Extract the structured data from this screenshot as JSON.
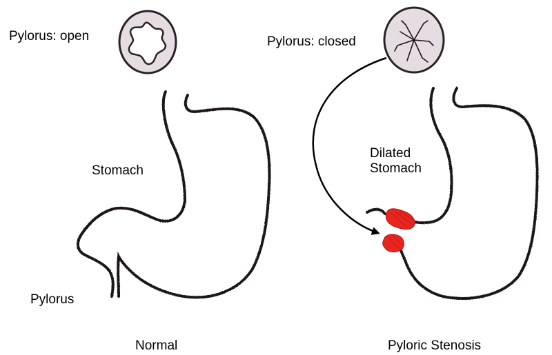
{
  "normal": {
    "pylorus_state_label": "Pylorus: open",
    "stomach_label": "Stomach",
    "pylorus_label": "Pylorus",
    "caption": "Normal"
  },
  "stenosis": {
    "pylorus_state_label": "Pylorus: closed",
    "stomach_label_line1": "Dilated",
    "stomach_label_line2": "Stomach",
    "caption": "Pyloric Stenosis"
  },
  "colors": {
    "outline": "#1a1414",
    "cross_section_fill": "#e6dde3",
    "lumen_fill": "#ffffff",
    "muscle_red": "#e8261f",
    "arrow": "#000000"
  }
}
